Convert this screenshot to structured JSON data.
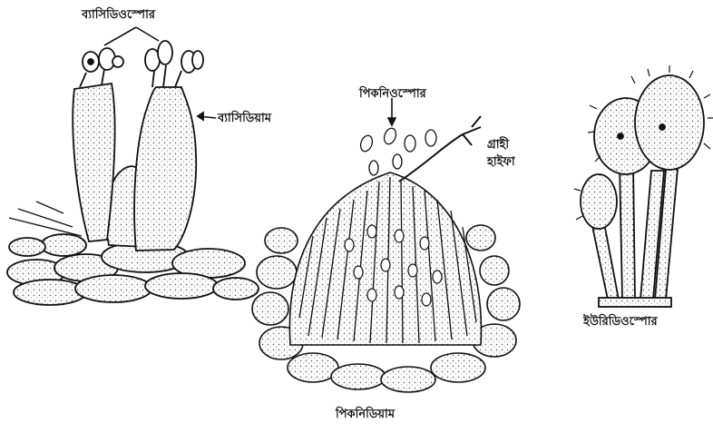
{
  "labels": {
    "basidiospore": "ব্যাসিডিওস্পোর",
    "basidium": "ব্যাসিডিয়াম",
    "pycniospore": "পিকনিওস্পোর",
    "receptive_hypha_line1": "গ্রাহী",
    "receptive_hypha_line2": "হাইফা",
    "teliospore": "ইউরিডিওস্পোর",
    "pycnidium": "পিকনিডিয়াম"
  },
  "colors": {
    "ink": "#111111",
    "cell_fill": "#f4f4f4",
    "background": "#ffffff"
  }
}
